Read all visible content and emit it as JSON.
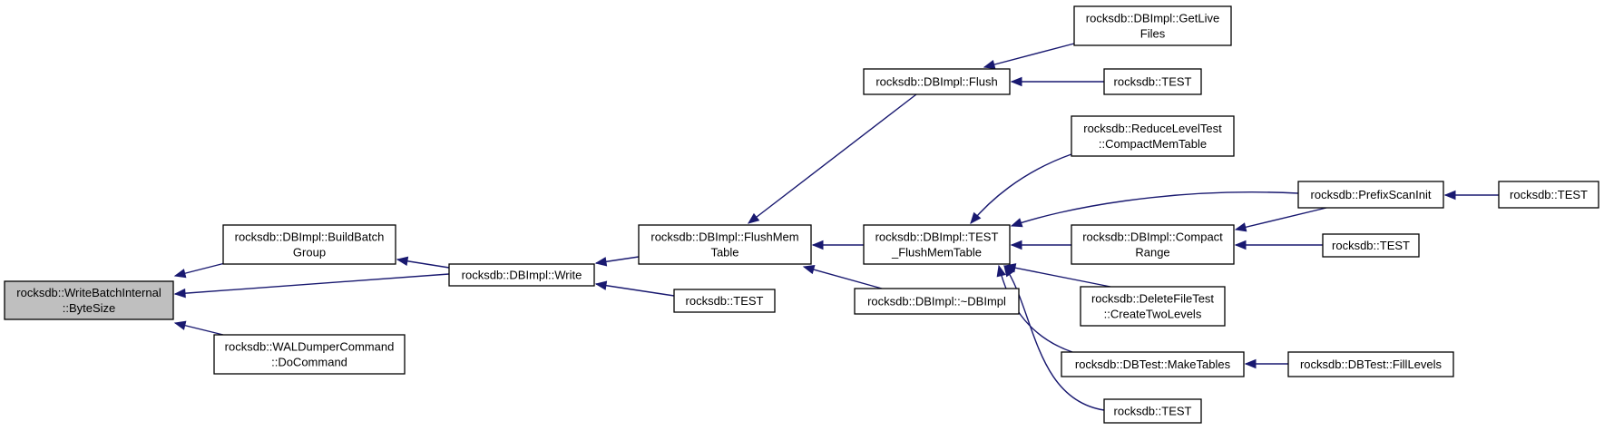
{
  "graph": {
    "nodes": [
      {
        "id": "bytesize",
        "lines": [
          "rocksdb::WriteBatchInternal",
          "::ByteSize"
        ],
        "root": true
      },
      {
        "id": "buildbatch",
        "lines": [
          "rocksdb::DBImpl::BuildBatch",
          "Group"
        ]
      },
      {
        "id": "waldumper",
        "lines": [
          "rocksdb::WALDumperCommand",
          "::DoCommand"
        ]
      },
      {
        "id": "write",
        "lines": [
          "rocksdb::DBImpl::Write"
        ]
      },
      {
        "id": "flushmem",
        "lines": [
          "rocksdb::DBImpl::FlushMem",
          "Table"
        ]
      },
      {
        "id": "test1",
        "lines": [
          "rocksdb::TEST"
        ]
      },
      {
        "id": "flush",
        "lines": [
          "rocksdb::DBImpl::Flush"
        ]
      },
      {
        "id": "testflush",
        "lines": [
          "rocksdb::DBImpl::TEST",
          "_FlushMemTable"
        ]
      },
      {
        "id": "dtor",
        "lines": [
          "rocksdb::DBImpl::~DBImpl"
        ]
      },
      {
        "id": "getlive",
        "lines": [
          "rocksdb::DBImpl::GetLive",
          "Files"
        ]
      },
      {
        "id": "test2",
        "lines": [
          "rocksdb::TEST"
        ]
      },
      {
        "id": "reducelevel",
        "lines": [
          "rocksdb::ReduceLevelTest",
          "::CompactMemTable"
        ]
      },
      {
        "id": "compactrange",
        "lines": [
          "rocksdb::DBImpl::Compact",
          "Range"
        ]
      },
      {
        "id": "deletefile",
        "lines": [
          "rocksdb::DeleteFileTest",
          "::CreateTwoLevels"
        ]
      },
      {
        "id": "maketables",
        "lines": [
          "rocksdb::DBTest::MakeTables"
        ]
      },
      {
        "id": "test3",
        "lines": [
          "rocksdb::TEST"
        ]
      },
      {
        "id": "prefixscan",
        "lines": [
          "rocksdb::PrefixScanInit"
        ]
      },
      {
        "id": "test4",
        "lines": [
          "rocksdb::TEST"
        ]
      },
      {
        "id": "filllevels",
        "lines": [
          "rocksdb::DBTest::FillLevels"
        ]
      },
      {
        "id": "test5",
        "lines": [
          "rocksdb::TEST"
        ]
      }
    ],
    "edges": [
      {
        "from": "buildbatch",
        "to": "bytesize"
      },
      {
        "from": "write",
        "to": "bytesize"
      },
      {
        "from": "waldumper",
        "to": "bytesize"
      },
      {
        "from": "write",
        "to": "buildbatch"
      },
      {
        "from": "flushmem",
        "to": "write"
      },
      {
        "from": "test1",
        "to": "write"
      },
      {
        "from": "flush",
        "to": "flushmem"
      },
      {
        "from": "testflush",
        "to": "flushmem"
      },
      {
        "from": "dtor",
        "to": "flushmem"
      },
      {
        "from": "getlive",
        "to": "flush"
      },
      {
        "from": "test2",
        "to": "flush"
      },
      {
        "from": "reducelevel",
        "to": "testflush"
      },
      {
        "from": "prefixscan",
        "to": "testflush"
      },
      {
        "from": "compactrange",
        "to": "testflush"
      },
      {
        "from": "deletefile",
        "to": "testflush"
      },
      {
        "from": "maketables",
        "to": "testflush"
      },
      {
        "from": "test3",
        "to": "testflush"
      },
      {
        "from": "prefixscan",
        "to": "compactrange"
      },
      {
        "from": "test4",
        "to": "compactrange"
      },
      {
        "from": "test5",
        "to": "prefixscan"
      },
      {
        "from": "filllevels",
        "to": "maketables"
      }
    ]
  }
}
